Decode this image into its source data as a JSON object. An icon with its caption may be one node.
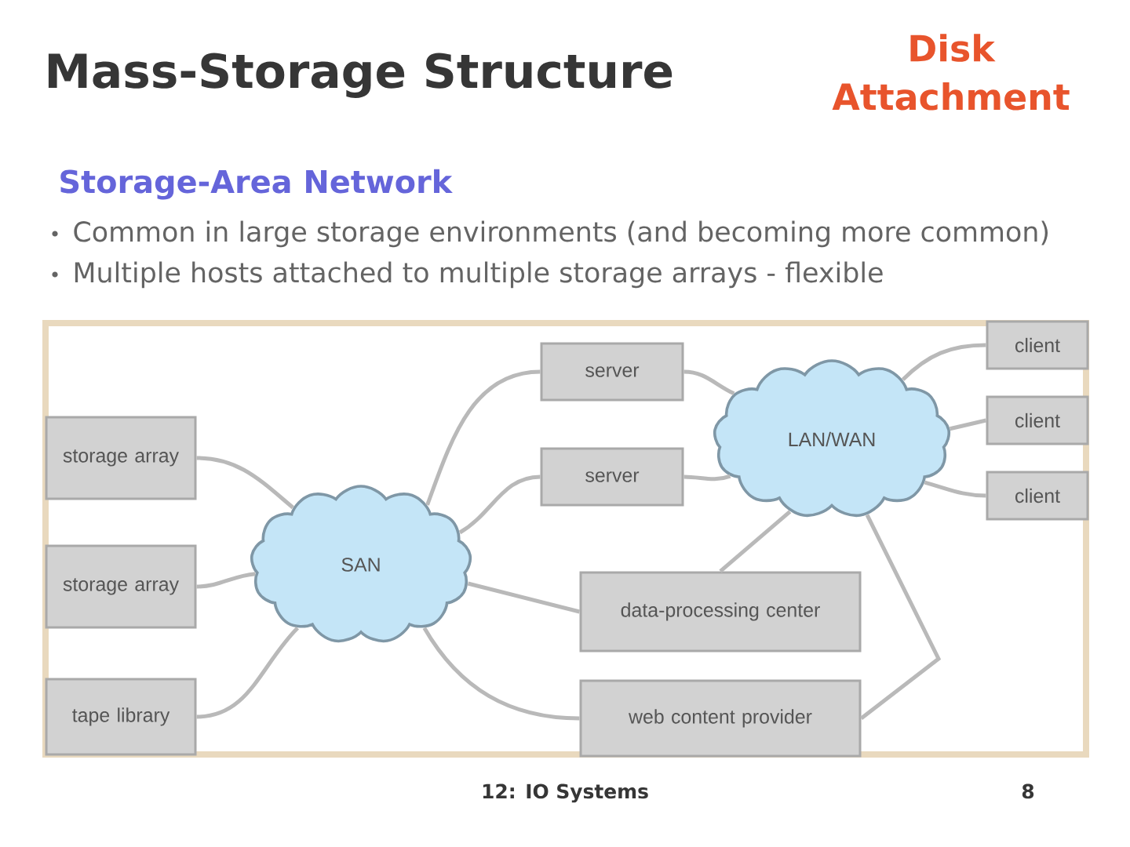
{
  "diagram": {
    "title": "Mass-Storage Structure",
    "nodes": [
      {
        "text": [
          "storage array"
        ]
      },
      {
        "text": [
          "storage array"
        ]
      },
      {
        "text": [
          "tape library"
        ]
      },
      {
        "text": [
          "SAN"
        ]
      },
      {
        "text": [
          "server"
        ]
      },
      {
        "text": [
          "server"
        ]
      },
      {
        "text": [
          "LAN/WAN"
        ]
      },
      {
        "text": [
          "client"
        ]
      },
      {
        "text": [
          "client"
        ]
      },
      {
        "text": [
          "client"
        ]
      },
      {
        "text": [
          "data-processing center"
        ]
      },
      {
        "text": [
          "web content provider"
        ]
      }
    ],
    "edges": [
      {
        "from": 0,
        "to": 3,
        "arrow": "none"
      },
      {
        "from": 1,
        "to": 3,
        "arrow": "none"
      },
      {
        "from": 2,
        "to": 3,
        "arrow": "none"
      },
      {
        "from": 3,
        "to": 4,
        "arrow": "none"
      },
      {
        "from": 3,
        "to": 5,
        "arrow": "none"
      },
      {
        "from": 3,
        "to": 10,
        "arrow": "none"
      },
      {
        "from": 3,
        "to": 11,
        "arrow": "none"
      },
      {
        "from": 4,
        "to": 6,
        "arrow": "none"
      },
      {
        "from": 5,
        "to": 6,
        "arrow": "none"
      },
      {
        "from": 6,
        "to": 7,
        "arrow": "none"
      },
      {
        "from": 6,
        "to": 8,
        "arrow": "none"
      },
      {
        "from": 6,
        "to": 9,
        "arrow": "none"
      },
      {
        "from": 6,
        "to": 10,
        "arrow": "none"
      },
      {
        "from": 6,
        "to": 11,
        "arrow": "none"
      }
    ],
    "labels": [
      "Disk Attachment",
      "Storage-Area Network",
      "Common in large storage environments (and becoming more common)",
      "Multiple hosts attached to multiple storage arrays - flexible",
      "12: IO Systems",
      "8"
    ]
  }
}
